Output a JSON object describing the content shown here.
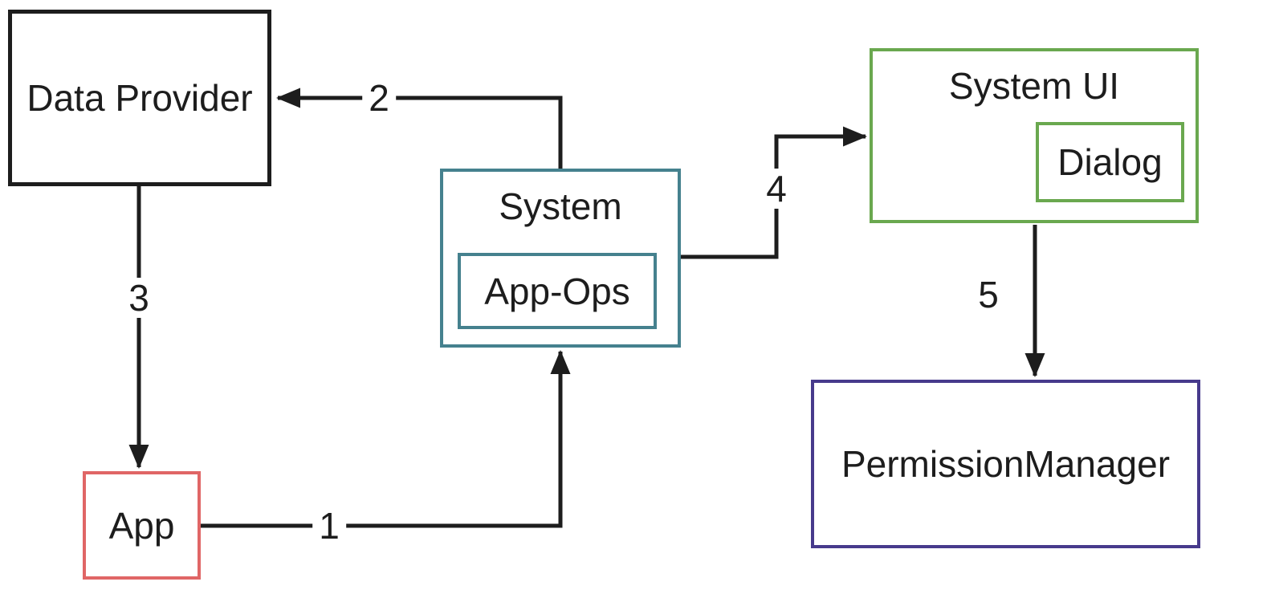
{
  "colors": {
    "ink": "#1d1d1d",
    "background": "#ffffff",
    "teal_border": "#45818e",
    "green_border": "#6aa84f",
    "red_border": "#e06666",
    "purple_border": "#473a8c"
  },
  "nodes": {
    "data_provider": {
      "label": "Data Provider",
      "border_color": "#1d1d1d"
    },
    "system": {
      "label": "System",
      "border_color": "#45818e"
    },
    "app_ops": {
      "label": "App-Ops",
      "border_color": "#45818e"
    },
    "app": {
      "label": "App",
      "border_color": "#e06666"
    },
    "system_ui": {
      "label": "System UI",
      "border_color": "#6aa84f"
    },
    "dialog": {
      "label": "Dialog",
      "border_color": "#6aa84f"
    },
    "permission_manager": {
      "label": "PermissionManager",
      "border_color": "#473a8c"
    }
  },
  "edges": [
    {
      "label": "1",
      "from": "App",
      "to": "System"
    },
    {
      "label": "2",
      "from": "System",
      "to": "Data Provider"
    },
    {
      "label": "3",
      "from": "Data Provider",
      "to": "App"
    },
    {
      "label": "4",
      "from": "System",
      "to": "System UI"
    },
    {
      "label": "5",
      "from": "System UI",
      "to": "PermissionManager"
    }
  ]
}
